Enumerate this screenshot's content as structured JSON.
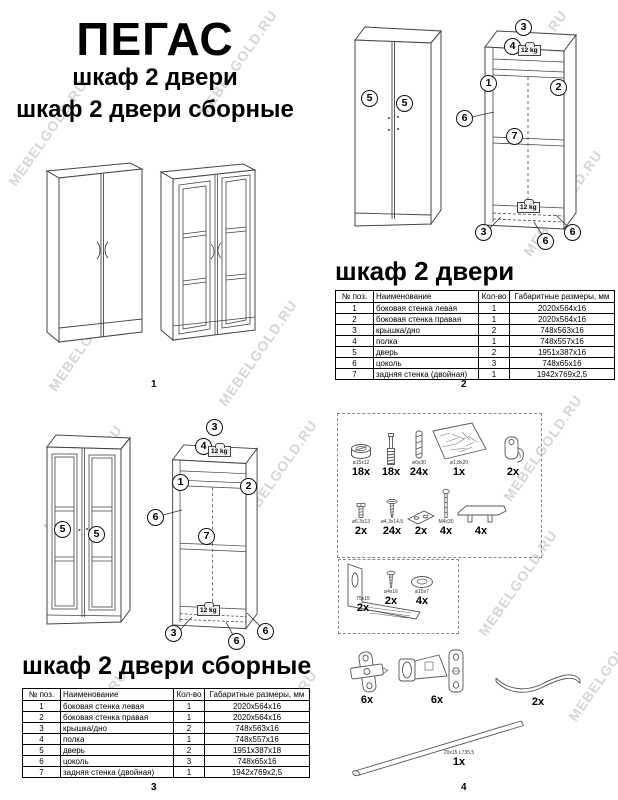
{
  "page": {
    "watermark": "MEBELGOLD.RU"
  },
  "panel1": {
    "number": "1",
    "title": "ПЕГАС",
    "subtitle1": "шкаф 2 двери",
    "subtitle2": "шкаф 2 двери сборные"
  },
  "panel2": {
    "number": "2",
    "section_title": "шкаф 2 двери",
    "weight_label": "12 kg",
    "callouts": {
      "door_left": "5",
      "door_right": "5",
      "top_panel": "3",
      "shelf_top": "4",
      "side_left": "1",
      "side_right": "2",
      "shelf_mid": "6",
      "back_panel": "7",
      "bottom_panel": "3",
      "plinth_mid": "6",
      "plinth_right": "6"
    },
    "table": {
      "headers": [
        "№ поз.",
        "Наименование",
        "Кол-во",
        "Габаритные размеры, мм"
      ],
      "rows": [
        [
          "1",
          "боковая стенка левая",
          "1",
          "2020x564x16"
        ],
        [
          "2",
          "боковая стенка правая",
          "1",
          "2020x564x16"
        ],
        [
          "3",
          "крышка/дно",
          "2",
          "748x563x16"
        ],
        [
          "4",
          "полка",
          "1",
          "748x557x16"
        ],
        [
          "5",
          "дверь",
          "2",
          "1951x387x16"
        ],
        [
          "6",
          "цоколь",
          "3",
          "748x65x16"
        ],
        [
          "7",
          "задняя стенка (двойная)",
          "1",
          "1942x769x2,5"
        ]
      ]
    }
  },
  "panel3": {
    "number": "3",
    "section_title": "шкаф 2 двери сборные",
    "weight_label": "12 kg",
    "callouts": {
      "door_left": "5",
      "door_right": "5",
      "top_panel": "3",
      "shelf_top": "4",
      "side_left": "1",
      "side_right": "2",
      "shelf_mid": "6",
      "back_panel": "7",
      "bottom_panel": "3",
      "plinth_mid": "6",
      "plinth_right": "6"
    },
    "table": {
      "headers": [
        "№ поз.",
        "Наименование",
        "Кол-во",
        "Габаритные размеры, мм"
      ],
      "rows": [
        [
          "1",
          "боковая стенка левая",
          "1",
          "2020x564x16"
        ],
        [
          "2",
          "боковая стенка правая",
          "1",
          "2020x564x16"
        ],
        [
          "3",
          "крышка/дно",
          "2",
          "748x563x16"
        ],
        [
          "4",
          "полка",
          "1",
          "748x557x16"
        ],
        [
          "5",
          "дверь",
          "2",
          "1951x387x18"
        ],
        [
          "6",
          "цоколь",
          "3",
          "748x65x16"
        ],
        [
          "7",
          "задняя стенка (двойная)",
          "1",
          "1942x769x2,5"
        ]
      ]
    }
  },
  "panel4": {
    "number": "4",
    "items": {
      "cam_lock": {
        "size": "ø15x12",
        "qty": "18x"
      },
      "cam_bolt": {
        "qty": "18x"
      },
      "dowel": {
        "size": "ø6x30",
        "qty": "24x"
      },
      "nail_bag": {
        "size": "ø1,8x20",
        "qty": "1x"
      },
      "hanger_hook": {
        "qty": "2x"
      },
      "euro_screw": {
        "size": "ø6,3x13",
        "qty": "2x"
      },
      "screw": {
        "size": "ø4,3x14,5",
        "qty": "24x"
      },
      "plate": {
        "qty": "2x"
      },
      "bolt": {
        "size": "M4x30",
        "qty": "4x"
      },
      "handle": {
        "qty": "4x"
      },
      "bracket": {
        "size": "75x15",
        "qty": "2x"
      },
      "bracket_screw": {
        "size": "ø4x16",
        "qty": "2x"
      },
      "cap": {
        "size": "ø15x7",
        "qty": "4x"
      },
      "hinge_plate": {
        "qty": "6x"
      },
      "hinge": {
        "qty": "6x"
      },
      "hanger_bow": {
        "qty": "2x"
      },
      "rod": {
        "size": "20x15 L735,5",
        "qty": "1x"
      }
    }
  }
}
